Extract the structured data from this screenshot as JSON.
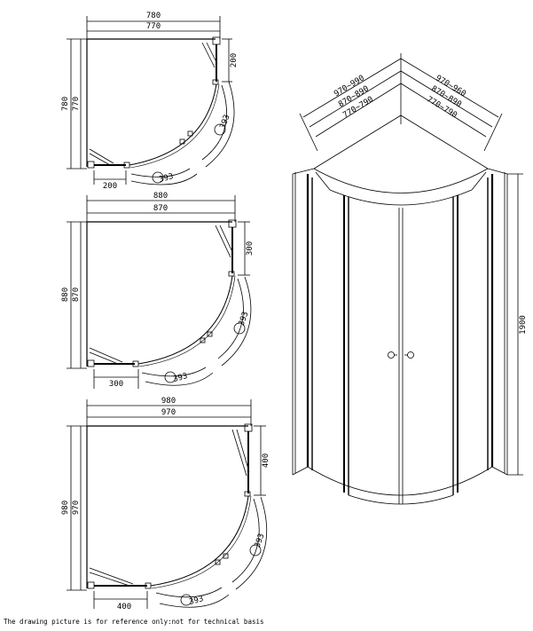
{
  "plans": [
    {
      "outer_width": "780",
      "inner_width": "770",
      "outer_depth": "780",
      "inner_depth": "770",
      "fixed_panel_side": "200",
      "fixed_panel_bottom": "200",
      "door_side": "393",
      "door_bottom": "393"
    },
    {
      "outer_width": "880",
      "inner_width": "870",
      "outer_depth": "880",
      "inner_depth": "870",
      "fixed_panel_side": "300",
      "fixed_panel_bottom": "300",
      "door_side": "393",
      "door_bottom": "393"
    },
    {
      "outer_width": "980",
      "inner_width": "970",
      "outer_depth": "980",
      "inner_depth": "970",
      "fixed_panel_side": "400",
      "fixed_panel_bottom": "400",
      "door_side": "393",
      "door_bottom": "393"
    }
  ],
  "elevation": {
    "left_ranges": [
      "970~990",
      "870~890",
      "770~790"
    ],
    "right_ranges": [
      "970~960",
      "870~890",
      "770~790"
    ],
    "height": "1900"
  },
  "footnote": "The drawing picture is for reference only:not for technical basis"
}
